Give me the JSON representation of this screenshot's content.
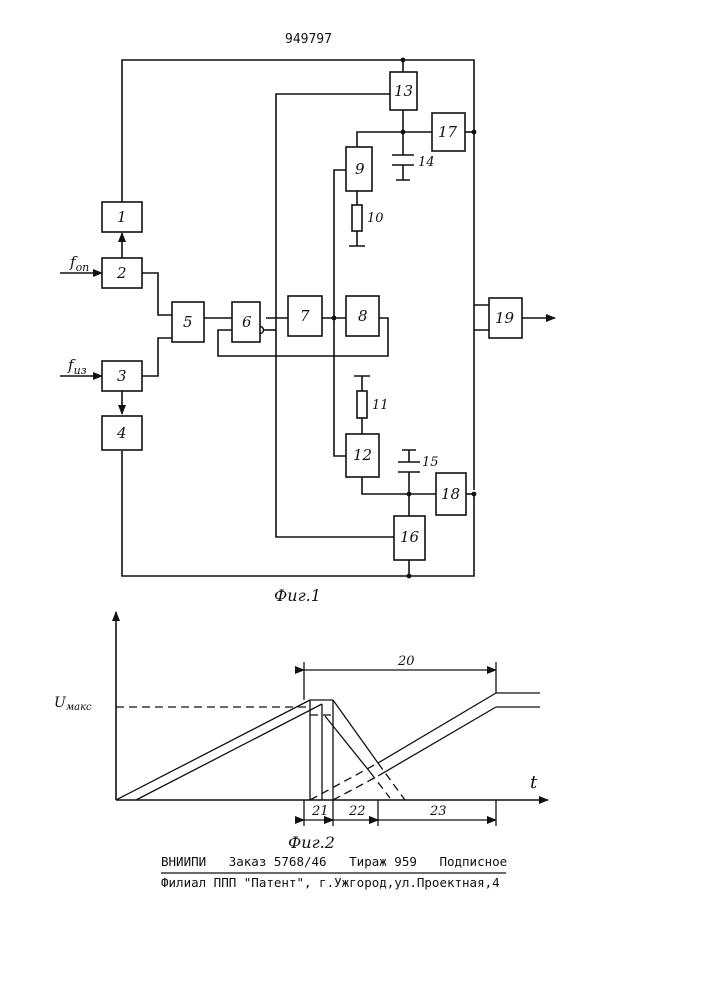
{
  "page": {
    "patent_number": "949797",
    "fig1_caption": "Фиг.1",
    "fig2_caption": "Фиг.2"
  },
  "fig1": {
    "input_fon": "f",
    "input_fon_sub": "оп",
    "input_fiz": "f",
    "input_fiz_sub": "из",
    "blocks": [
      "1",
      "2",
      "3",
      "4",
      "5",
      "6",
      "7",
      "8",
      "9",
      "12",
      "13",
      "16",
      "17",
      "18",
      "19"
    ],
    "resistor_labels": [
      "10",
      "11"
    ],
    "capacitor_labels": [
      "14",
      "15"
    ]
  },
  "fig2": {
    "ylabel_main": "U",
    "ylabel_sub": "макс",
    "xlabel": "t",
    "interval_labels": [
      "20",
      "21",
      "22",
      "23"
    ]
  },
  "footer": {
    "line1": "ВНИИПИ   Заказ 5768/46   Тираж 959   Подписное",
    "line2": "Филиал ППП \"Патент\", г.Ужгород,ул.Проектная,4"
  }
}
